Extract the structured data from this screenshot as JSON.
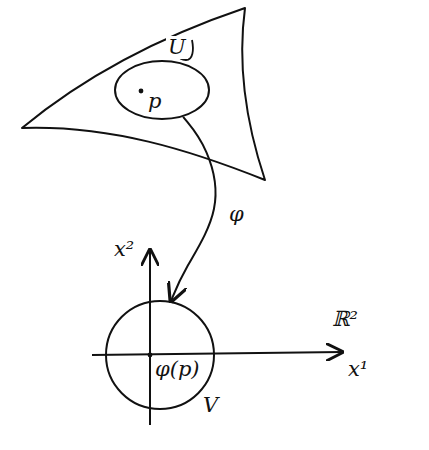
{
  "diagram": {
    "nodes": [
      {
        "text": [
          "U",
          "p"
        ]
      },
      {
        "text": [
          "V",
          "φ(p)"
        ]
      }
    ],
    "edges": [
      {
        "from": 0,
        "to": 1,
        "arrow": "to",
        "label": "φ"
      }
    ],
    "labels": [
      "x²",
      "x¹",
      "ℝ²"
    ]
  }
}
